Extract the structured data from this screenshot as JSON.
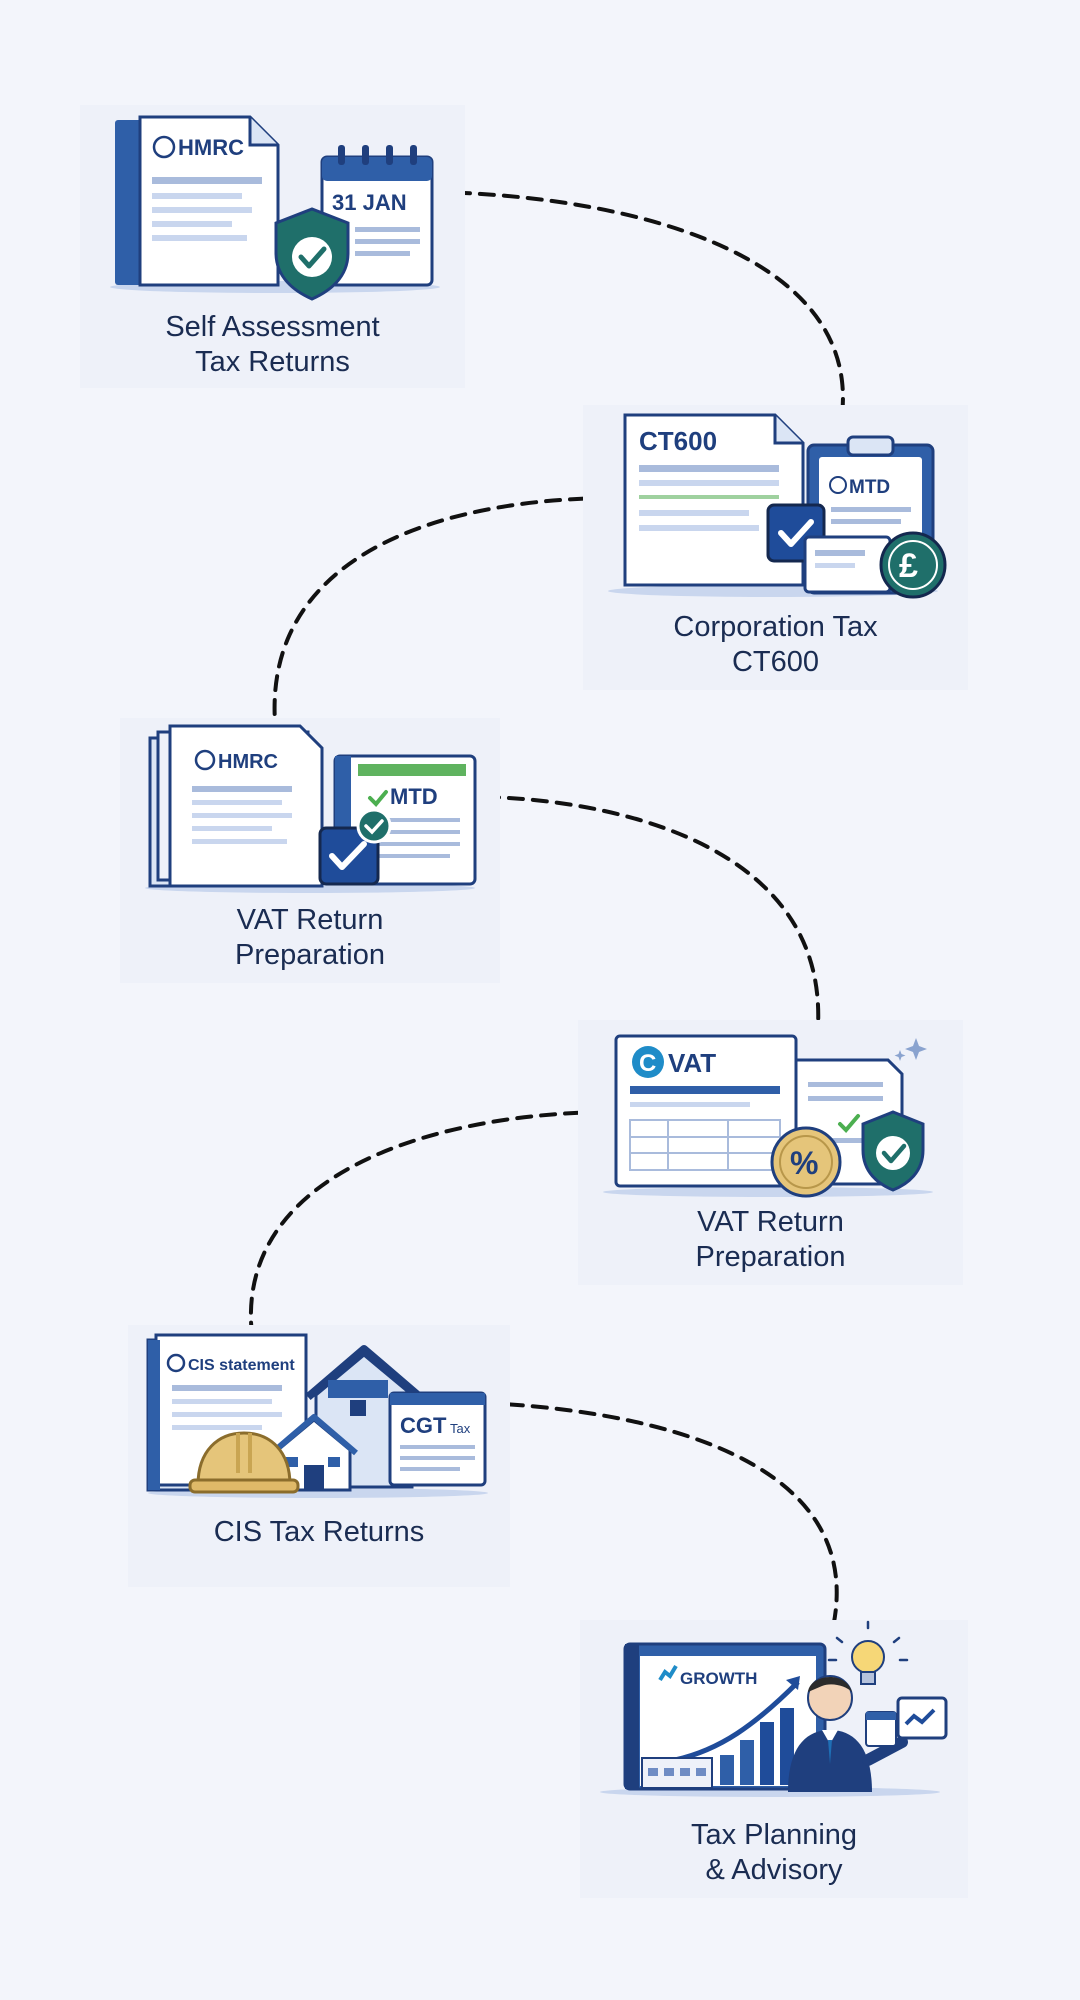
{
  "services": [
    {
      "title_line1": "Self Assessment",
      "title_line2": "Tax Returns",
      "illustration": {
        "logo_text": "HMRC",
        "calendar_text": "31 JAN",
        "badge": "shield-check-icon"
      }
    },
    {
      "title_line1": "Corporation Tax",
      "title_line2": "CT600",
      "illustration": {
        "form_text": "CT600",
        "clipboard_text": "MTD",
        "badge": "pound-coin-icon"
      }
    },
    {
      "title_line1": "VAT Return",
      "title_line2": "Preparation",
      "illustration": {
        "logo_text": "HMRC",
        "screen_text": "MTD",
        "badge": "check-icon"
      }
    },
    {
      "title_line1": "VAT Return",
      "title_line2": "Preparation",
      "illustration": {
        "form_text": "VAT",
        "badge": "percent-coin-icon"
      }
    },
    {
      "title_line1": "CIS Tax Returns",
      "title_line2": "",
      "illustration": {
        "statement_text": "CIS statement",
        "sign_text": "CGT",
        "sign_subtext": "Tax",
        "badge": "hard-hat-icon"
      }
    },
    {
      "title_line1": "Tax Planning",
      "title_line2": "& Advisory",
      "illustration": {
        "screen_text": "GROWTH",
        "badge": "lightbulb-icon"
      }
    }
  ],
  "colors": {
    "navy": "#1f3f7e",
    "blue": "#2f5fa8",
    "light_blue": "#dbe5f5",
    "teal": "#1f6f6a",
    "green": "#4caf50",
    "gold": "#e5c57a",
    "background": "#f3f5fb"
  }
}
